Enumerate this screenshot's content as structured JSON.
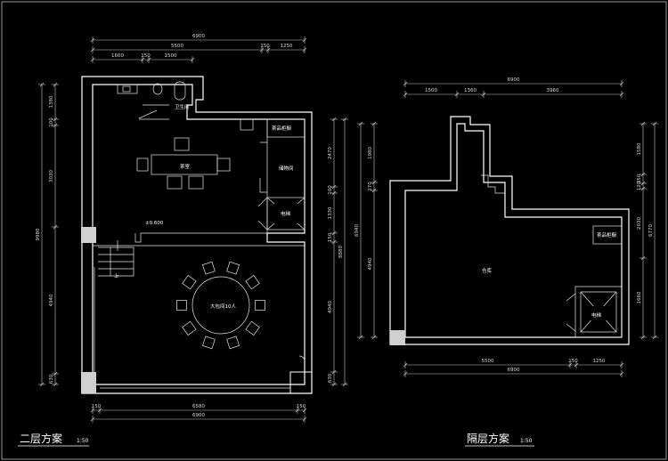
{
  "plan_left": {
    "title": "二层方案",
    "scale": "1:50",
    "dims_top_outer": [
      "6900"
    ],
    "dims_top_mid": [
      "5500",
      "150",
      "1250"
    ],
    "dims_top_inner": [
      "1600",
      "150",
      "1500"
    ],
    "dims_bottom_inner": [
      "150",
      "6580",
      "150"
    ],
    "dims_bottom_outer": [
      "6900"
    ],
    "dims_left": [
      "1380",
      "100",
      "3030",
      "4940",
      "630"
    ],
    "dims_left_total": [
      "9980"
    ],
    "dims_right": [
      "2470",
      "100",
      "1330",
      "150",
      "4940",
      "630"
    ],
    "dims_right_total": [
      "8880"
    ],
    "rooms": {
      "wc": "卫生间",
      "tea": "茶室",
      "tea_cabinet": "茶品柜橱",
      "storage": "储物间",
      "elevator": "电梯",
      "private_room": "大包间10人",
      "up": "上",
      "level": "±0.600"
    }
  },
  "plan_right": {
    "title": "隔层方案",
    "scale": "1:50",
    "dims_top_outer": [
      "6900"
    ],
    "dims_top_inner": [
      "1500",
      "1360",
      "3960"
    ],
    "dims_bottom_inner": [
      "5500",
      "150",
      "1250"
    ],
    "dims_bottom_outer": [
      "6900"
    ],
    "dims_left": [
      "1980",
      "270",
      "4940"
    ],
    "dims_left_total": [
      "6940"
    ],
    "dims_right": [
      "1580",
      "350",
      "120",
      "2030",
      "1660"
    ],
    "dims_right_total": [
      "6770"
    ],
    "rooms": {
      "tea_cabinet": "茶品柜橱",
      "storage": "仓库",
      "elevator": "电梯"
    }
  }
}
